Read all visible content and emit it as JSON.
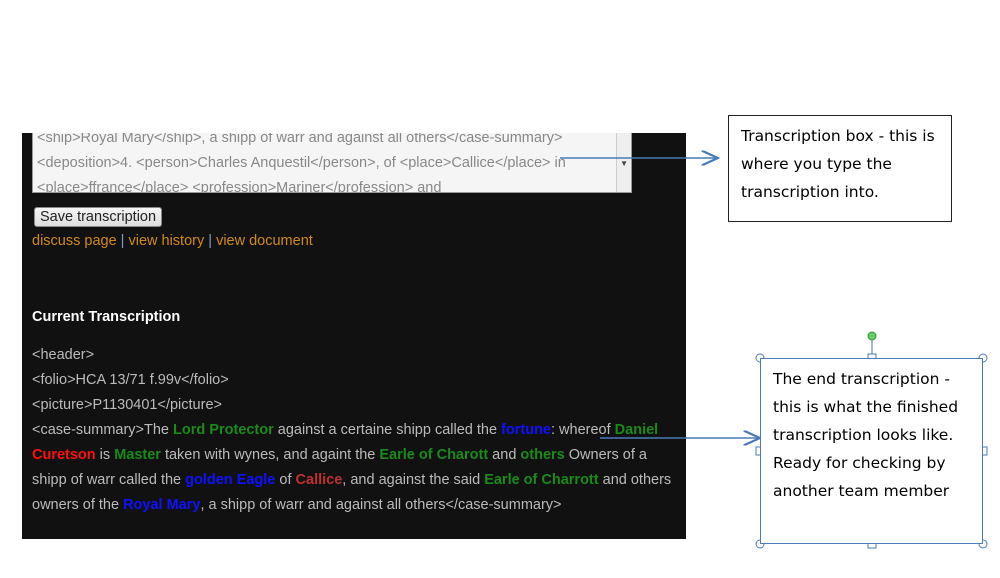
{
  "textarea": {
    "lines": [
      "<ship>Royal Mary</ship>, a shipp of warr and against all others</case-summary>",
      "<deposition>4. <person>Charles Anquestil</person>, of <place>Callice</place> in",
      "<place>ffrance</place> <profession>Mariner</profession> and"
    ]
  },
  "save_label": "Save transcription",
  "links": {
    "discuss": "discuss page",
    "history": "view history",
    "document": "view document",
    "sep": "|"
  },
  "current": {
    "title": "Current Transcription",
    "lines": [
      "<header>",
      "<folio>HCA 13/71 f.99v</folio>",
      "<picture>P1130401</picture>"
    ],
    "summary": [
      {
        "t": "<case-summary>The ",
        "c": ""
      },
      {
        "t": "Lord Protector",
        "c": "g"
      },
      {
        "t": " against a certaine shipp called the ",
        "c": ""
      },
      {
        "t": "fortune",
        "c": "b"
      },
      {
        "t": ": whereof ",
        "c": ""
      },
      {
        "t": "Daniel",
        "c": "g"
      },
      {
        "t": " ",
        "c": ""
      },
      {
        "t": "Curetson",
        "c": "r"
      },
      {
        "t": " is ",
        "c": ""
      },
      {
        "t": "Master",
        "c": "g"
      },
      {
        "t": " taken with wynes, and againt the ",
        "c": ""
      },
      {
        "t": "Earle of Charott",
        "c": "g"
      },
      {
        "t": " and ",
        "c": ""
      },
      {
        "t": "others",
        "c": "g"
      },
      {
        "t": " Owners of a shipp of warr called the ",
        "c": ""
      },
      {
        "t": "golden Eagle",
        "c": "b"
      },
      {
        "t": " of ",
        "c": ""
      },
      {
        "t": "Callice",
        "c": "br"
      },
      {
        "t": ", and against the said ",
        "c": ""
      },
      {
        "t": "Earle of Charrott",
        "c": "g"
      },
      {
        "t": " and others owners of the ",
        "c": ""
      },
      {
        "t": "Royal Mary",
        "c": "b"
      },
      {
        "t": ", a shipp of warr and against all others</case-summary>",
        "c": ""
      }
    ]
  },
  "callouts": {
    "box": "Transcription box  - this is where you type the transcription into.",
    "end": "The end transcription - this is what the finished transcription looks like.  Ready for checking by another team member"
  },
  "colors": {
    "person": "#1a8a1a",
    "surname": "#ff1010",
    "ship": "#1010ff",
    "place": "#c03030",
    "link": "#d08a1a",
    "arrow": "#4a7ab8"
  }
}
